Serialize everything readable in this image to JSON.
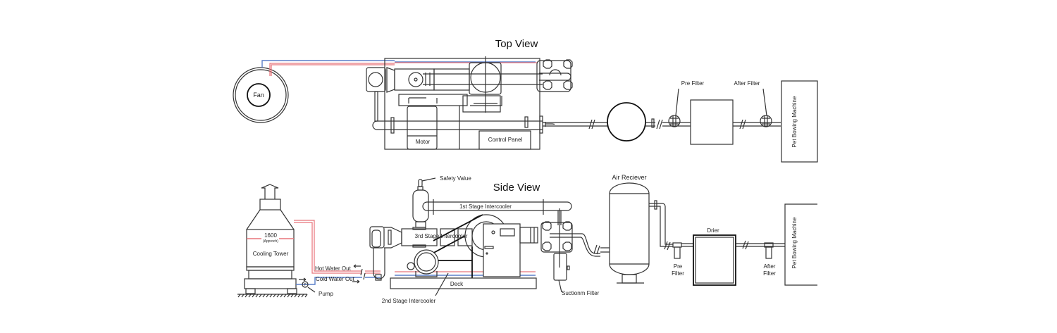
{
  "diagram": {
    "top_view": {
      "title": "Top View",
      "fan_label": "Fan",
      "motor_label": "Motor",
      "control_panel_label": "Control Panel",
      "pre_filter_label": "Pre Filter",
      "after_filter_label": "After Filter",
      "machine_label": "Pet Bowing Machine"
    },
    "side_view": {
      "title": "Side View",
      "safety_valve_label": "Safety Value",
      "first_stage_label": "1st Stage Intercooler",
      "third_stage_label": "3rd Stage Intercooler",
      "second_stage_label": "2nd Stage Intercooler",
      "deck_label": "Deck",
      "suction_filter_label": "Suctionm Filter",
      "air_receiver_label": "Air Reciever",
      "drier_label": "Drier",
      "pre_filter_line1": "Pre",
      "pre_filter_line2": "Filter",
      "after_filter_line1": "After",
      "after_filter_line2": "Filter",
      "machine_label": "Pet Bowing Machine",
      "cooling_tower": {
        "capacity": "1600",
        "capacity_note": "(Approch)",
        "label": "Cooling Tower"
      },
      "hot_water_label": "Hot Water Out",
      "cold_water_label": "Cold Water Out",
      "pump_label": "Pump",
      "pump_symbol": "P"
    },
    "colors": {
      "hot_water": "#e8737a",
      "cold_water": "#5a7fc9"
    }
  }
}
